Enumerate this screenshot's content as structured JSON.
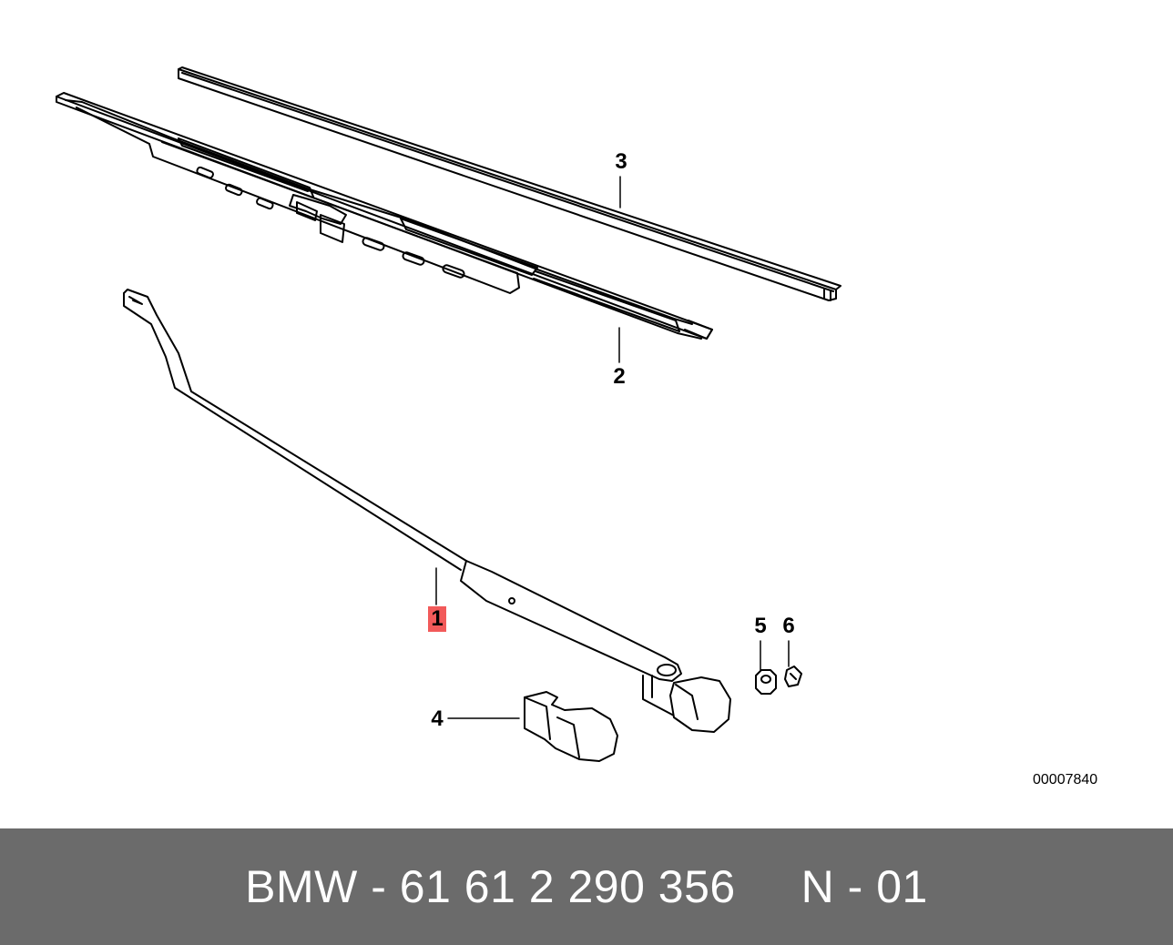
{
  "diagram": {
    "callouts": {
      "item_1": "1",
      "item_2": "2",
      "item_3": "3",
      "item_4": "4",
      "item_5": "5",
      "item_6": "6"
    },
    "highlighted_item": "1",
    "reference_code": "00007840",
    "colors": {
      "highlight": "#f25a5a",
      "line": "#000000",
      "footer_background": "#6b6b6b",
      "footer_text": "#ffffff"
    }
  },
  "footer": {
    "part_label": "BMW - 61 61 2 290 356     N - 01"
  }
}
